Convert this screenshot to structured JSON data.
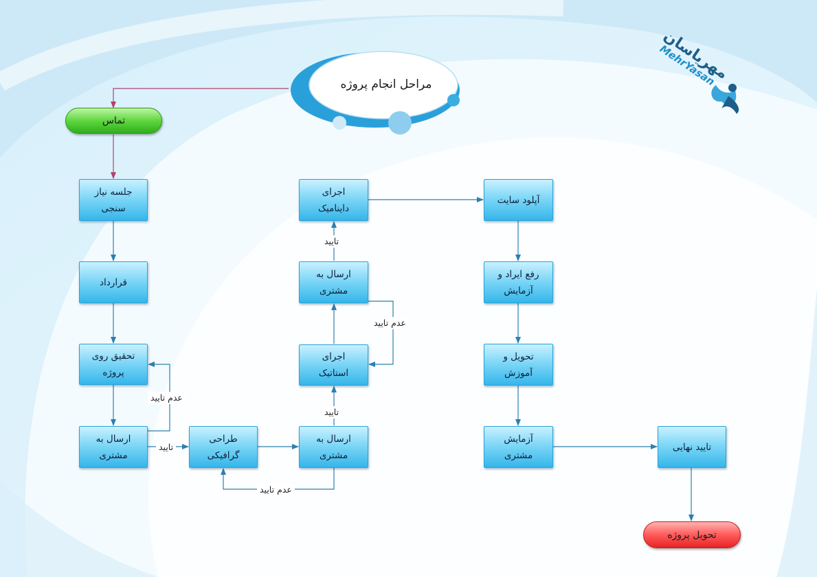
{
  "title": "مراحل انجام پروژه",
  "logo": {
    "persian": "مهریاسان",
    "english": "MehrYasan"
  },
  "nodes": {
    "contact": "تماس",
    "needs_session": [
      "جلسه نیاز",
      "سنجی"
    ],
    "contract": "قرارداد",
    "research": [
      "تحقیق روی",
      "پروژه"
    ],
    "send_client_1": [
      "ارسال به",
      "مشتری"
    ],
    "graphic_design": [
      "طراحی",
      "گرافیکی"
    ],
    "send_client_2": [
      "ارسال به",
      "مشتری"
    ],
    "static_impl": [
      "اجرای",
      "استاتیک"
    ],
    "send_client_3": [
      "ارسال به",
      "مشتری"
    ],
    "dynamic_impl": [
      "اجرای",
      "داینامیک"
    ],
    "upload_site": "آپلود سایت",
    "fix_test": [
      "رفع ایراد و",
      "آزمایش"
    ],
    "delivery_training": [
      "تحویل و",
      "آموزش"
    ],
    "client_test": [
      "آزمایش",
      "مشتری"
    ],
    "final_approval": "تایید نهایی",
    "project_delivery": "تحویل پروژه"
  },
  "edge_labels": {
    "approve": "تایید",
    "reject": "عدم تایید"
  },
  "colors": {
    "box": "#35b6ea",
    "edge": "#2e7fae",
    "title_edge": "#b0426c",
    "start": "#5fd63f",
    "end": "#ff5a5a"
  }
}
